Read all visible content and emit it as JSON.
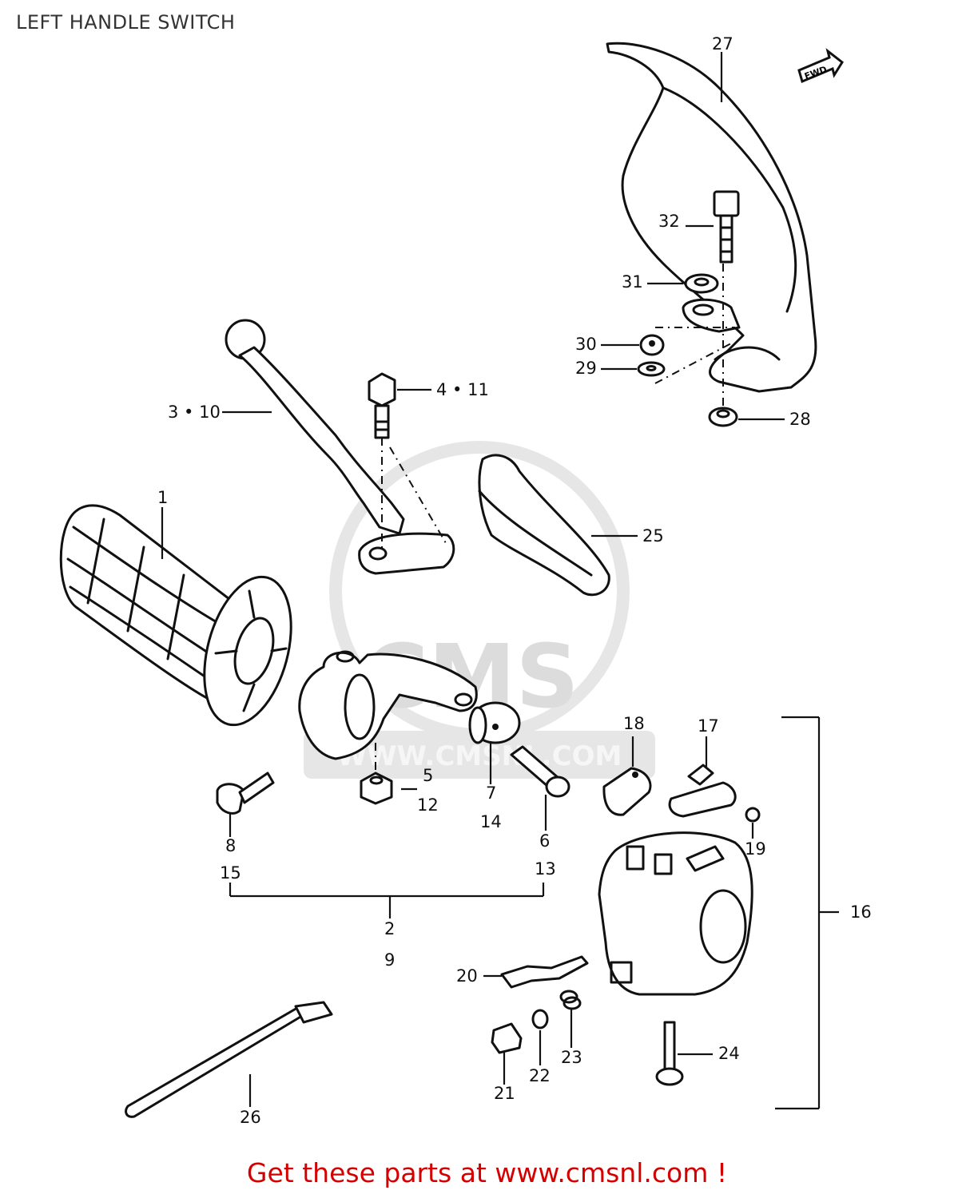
{
  "header": {
    "title": "LEFT HANDLE SWITCH"
  },
  "footer": {
    "cta": "Get these parts at www.cmsnl.com !",
    "cta_color": "#d40000"
  },
  "watermark": {
    "brand": "CMS",
    "url": "WWW.CMSNL.COM"
  },
  "arrow_badge": "FWD",
  "callouts": {
    "c1": "1",
    "c2": "2",
    "c9": "9",
    "c3_10": "3 • 10",
    "c4_11": "4 • 11",
    "c5": "5",
    "c12": "12",
    "c6": "6",
    "c13": "13",
    "c7": "7",
    "c14": "14",
    "c8": "8",
    "c15": "15",
    "c16": "16",
    "c17": "17",
    "c18": "18",
    "c19": "19",
    "c20": "20",
    "c21": "21",
    "c22": "22",
    "c23": "23",
    "c24": "24",
    "c25": "25",
    "c26": "26",
    "c27": "27",
    "c28": "28",
    "c29": "29",
    "c30": "30",
    "c31": "31",
    "c32": "32"
  }
}
